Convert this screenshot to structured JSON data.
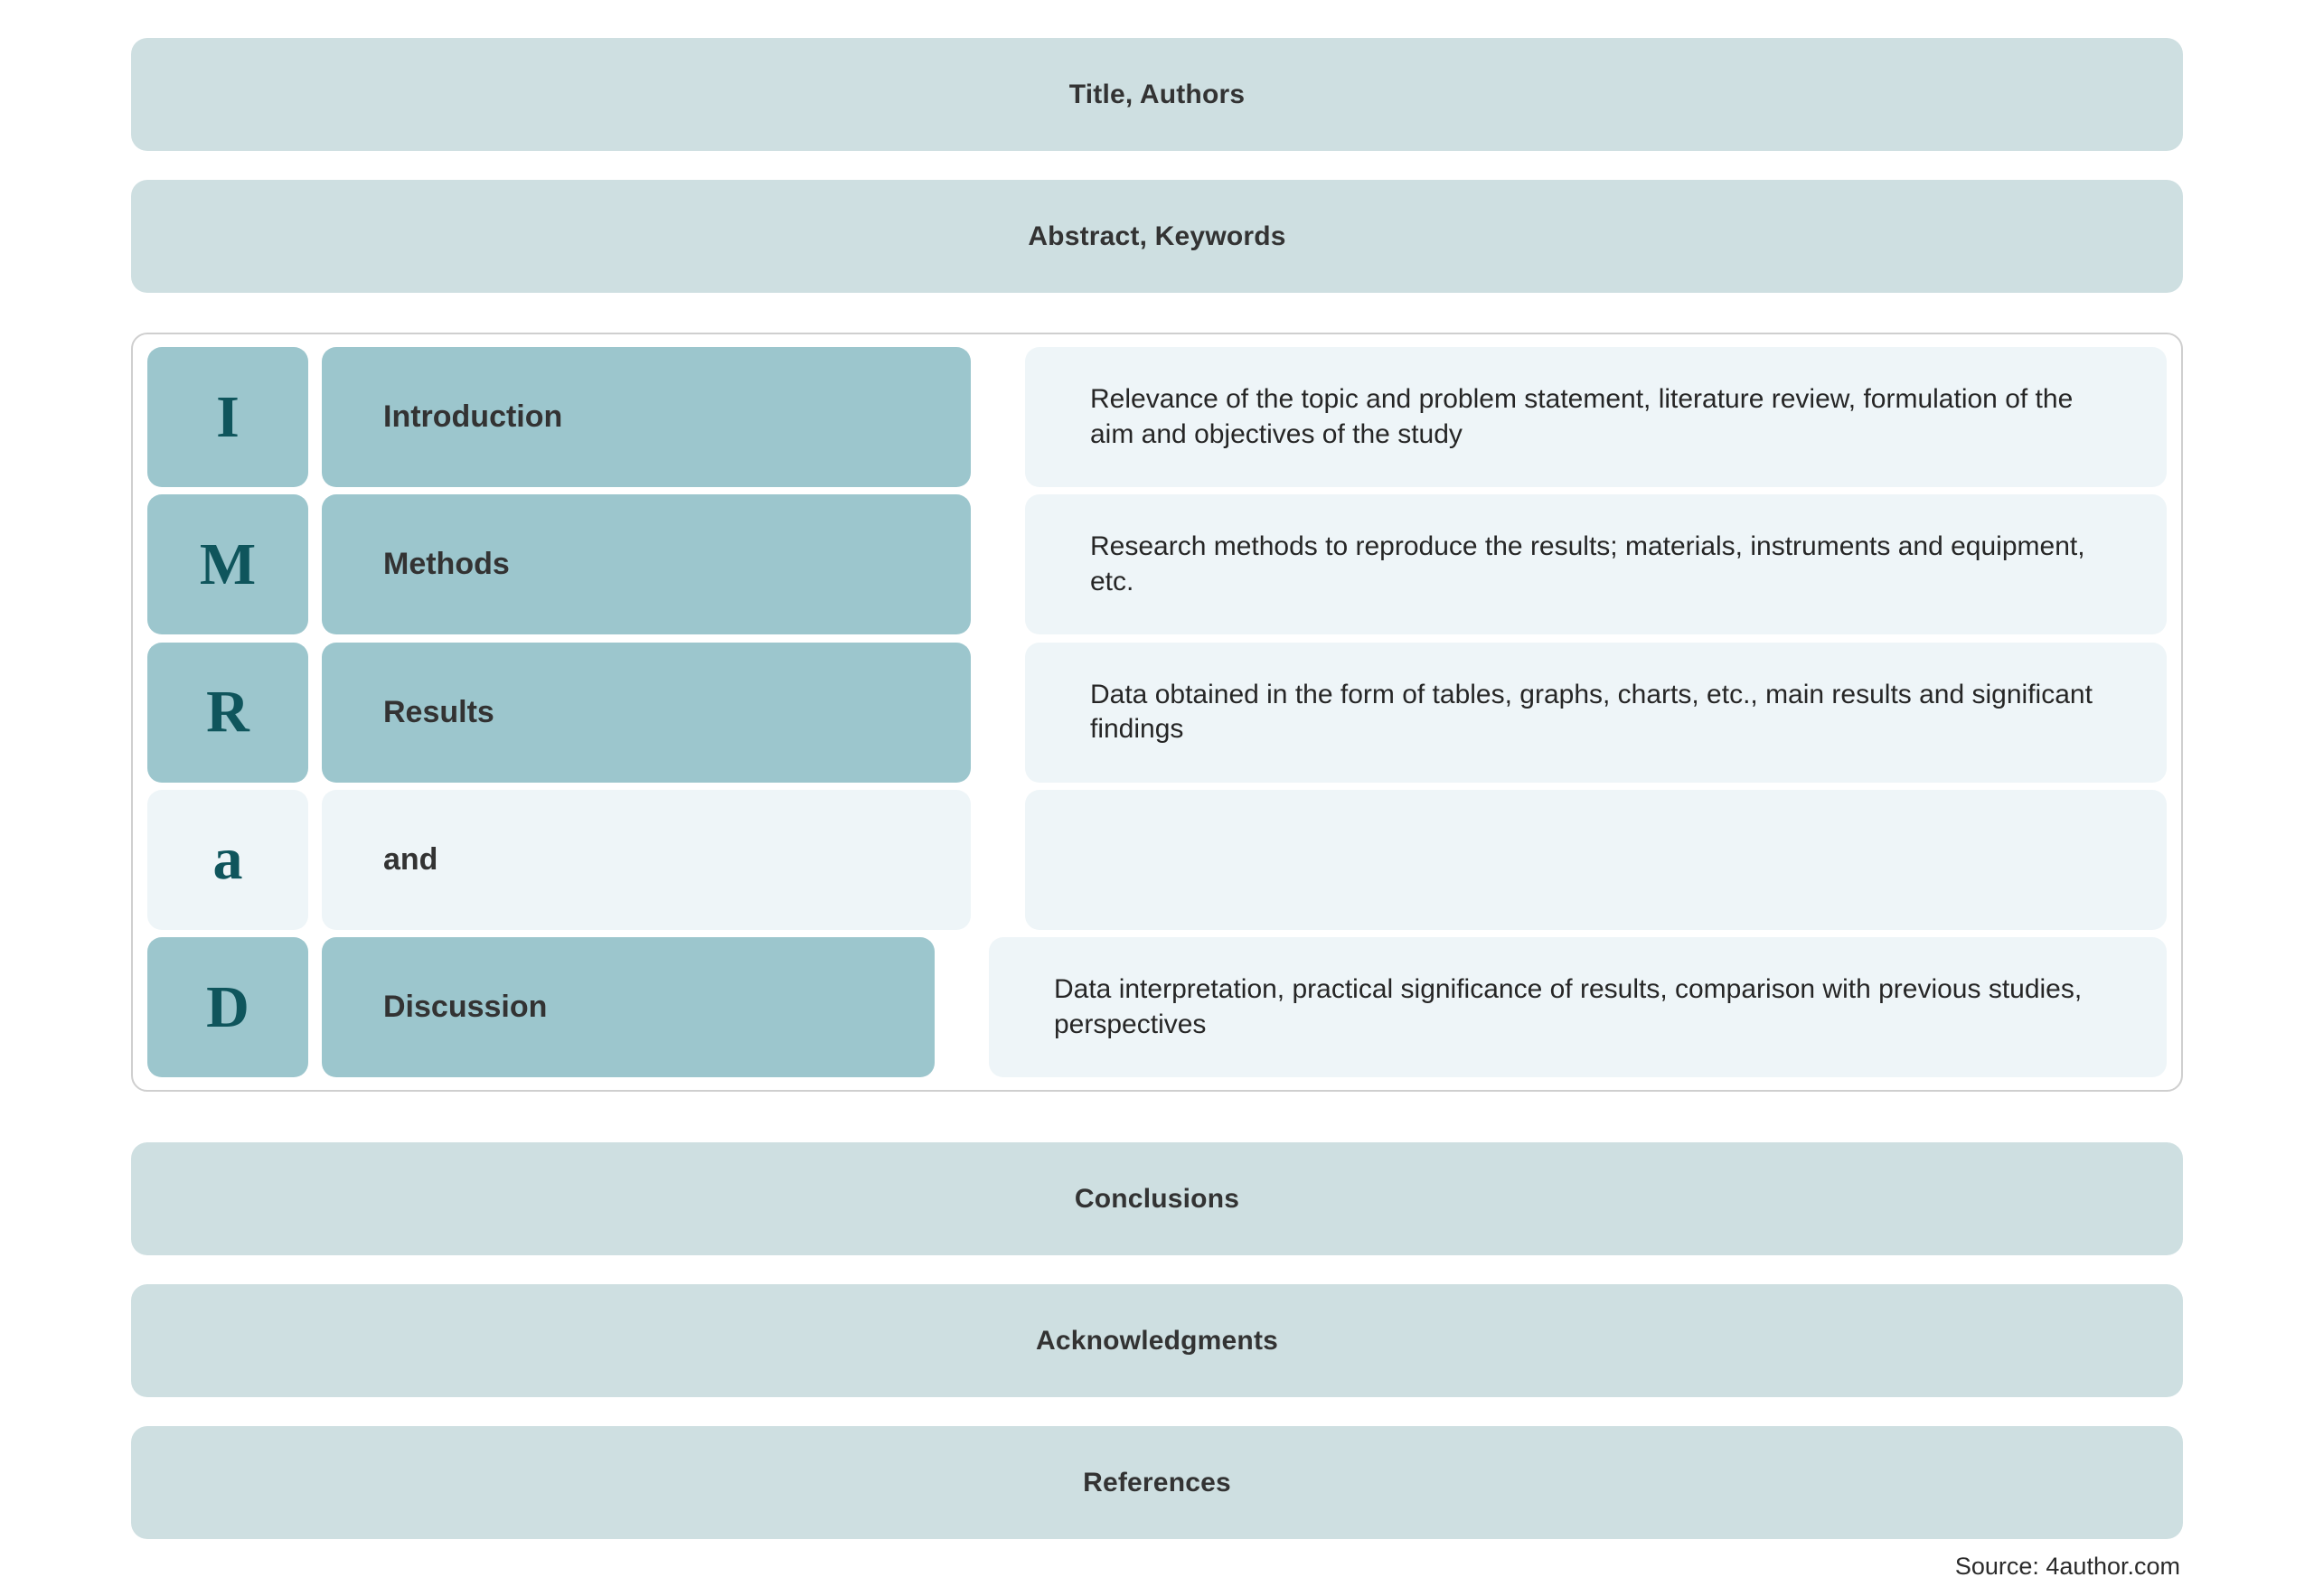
{
  "page": {
    "background": "#ffffff",
    "colors": {
      "band_fill": "#cedfe1",
      "accent_fill": "#9cc6cd",
      "pale_fill": "#eef5f8",
      "letter_color": "#0f555c",
      "text_color": "#333333",
      "container_border": "#cfcfcf"
    }
  },
  "bands": {
    "title_authors": "Title, Authors",
    "abstract_keywords": "Abstract, Keywords",
    "conclusions": "Conclusions",
    "acknowledgments": "Acknowledgments",
    "references": "References"
  },
  "imrad": {
    "rows": [
      {
        "letter": "I",
        "label": "Introduction",
        "description": "Relevance of the topic and problem statement, literature review, formulation of the aim and objectives of the study",
        "accent": true
      },
      {
        "letter": "M",
        "label": "Methods",
        "description": "Research methods to reproduce the results; materials, instruments and equipment, etc.",
        "accent": true
      },
      {
        "letter": "R",
        "label": "Results",
        "description": "Data obtained in the form of tables, graphs, charts, etc., main results and significant findings",
        "accent": true
      },
      {
        "letter": "a",
        "label": "and",
        "description": "",
        "accent": false
      },
      {
        "letter": "D",
        "label": "Discussion",
        "description": "Data interpretation, practical significance of results, comparison with previous studies, perspectives",
        "accent": true
      }
    ]
  },
  "footer": {
    "source": "Source: 4author.com"
  }
}
